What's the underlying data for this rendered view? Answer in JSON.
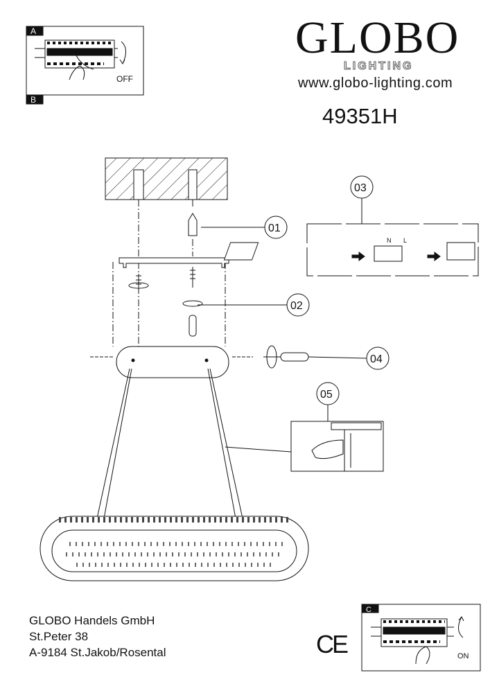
{
  "brand": {
    "name": "GLOBO",
    "sub": "LIGHTING",
    "url": "www.globo-lighting.com"
  },
  "model": "49351H",
  "panels": {
    "a_label": "A",
    "b_label": "B",
    "off": "OFF",
    "c_label": "C",
    "on": "ON"
  },
  "callouts": [
    "01",
    "02",
    "03",
    "04",
    "05"
  ],
  "wiring": {
    "n": "N",
    "l": "L"
  },
  "address": [
    "GLOBO Handels GmbH",
    "St.Peter 38",
    "A-9184 St.Jakob/Rosental"
  ],
  "ce_mark": "CE"
}
